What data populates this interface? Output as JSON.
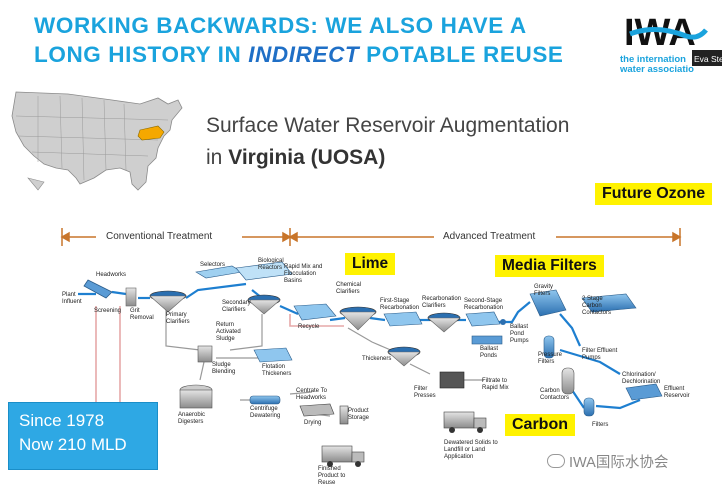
{
  "title": {
    "line1": "WORKING BACKWARDS: WE ALSO HAVE A",
    "line2_pre": "LONG HISTORY IN ",
    "line2_em": "INDIRECT",
    "line2_post": " POTABLE REUSE"
  },
  "logo": {
    "wordmark": "IWA",
    "tagline_1": "the internation",
    "tagline_2": "water associatio",
    "presenter_tab": "Eva Ste"
  },
  "subtitle": {
    "line1": "Surface Water Reservoir Augmentation",
    "line2_pre": "in ",
    "line2_bold": "Virginia (UOSA)"
  },
  "labels": {
    "future_ozone": "Future Ozone",
    "lime": "Lime",
    "media_filters": "Media Filters",
    "carbon": "Carbon"
  },
  "timeline": {
    "conventional": "Conventional Treatment",
    "advanced": "Advanced Treatment"
  },
  "info_box": {
    "line1": "Since 1978",
    "line2": "Now 210 MLD"
  },
  "watermark": "IWA国际水协会",
  "diagram_labels": {
    "plant_influent": "Plant Influent",
    "headworks": "Headworks",
    "screening": "Screening",
    "grit_removal": "Grit Removal",
    "primary_clarifiers": "Primary Clarifiers",
    "selectors": "Selectors",
    "biological_reactors": "Biological Reactors",
    "secondary_clarifiers": "Secondary Clarifiers",
    "return_activated_sludge": "Return Activated Sludge",
    "rapid_mix": "Rapid Mix and Flocculation Basins",
    "recycle": "Recycle",
    "chemical_clarifiers": "Chemical Clarifiers",
    "first_stage_recarbonation": "First-Stage Recarbonation",
    "recarbonation_clarifiers": "Recarbonation Clarifiers",
    "second_stage_recarbonation": "Second-Stage Recarbonation",
    "ballast_pond_pumps": "Ballast Pond Pumps",
    "ballast_ponds": "Ballast Ponds",
    "gravity_filters": "Gravity Filters",
    "two_stage_carbon": "2 Stage Carbon Contactors",
    "pressure_filters": "Pressure Filters",
    "filter_effluent_pumps": "Filter Effluent Pumps",
    "carbon_contactors": "Carbon Contactors",
    "filters": "Filters",
    "chlorination": "Chlorination/ Dechlorination",
    "effluent_reservoir": "Effluent Reservoir",
    "thickeners": "Thickeners",
    "filter_presses": "Filter Presses",
    "filtrate_rapid_mix": "Filtrate to Rapid Mix",
    "dewatered_solids": "Dewatered Solids to Landfill or Land Application",
    "sludge_blending": "Sludge Blending",
    "flotation_thickeners": "Flotation Thickeners",
    "anaerobic_digesters": "Anaerobic Digesters",
    "centrifuge_dewatering": "Centrifuge Dewatering",
    "centrate_headworks": "Centrate To Headworks",
    "drying": "Drying",
    "product_storage": "Product Storage",
    "finished_product": "Finished Product to Reuse"
  },
  "colors": {
    "title": "#1aa3dd",
    "title_emphasis": "#1f6fc6",
    "highlight": "#fff200",
    "timeline": "#c8752a",
    "info_box": "#2ea8e4",
    "map_highlight": "#f5a800",
    "main_flow": "#1e7fd0"
  }
}
